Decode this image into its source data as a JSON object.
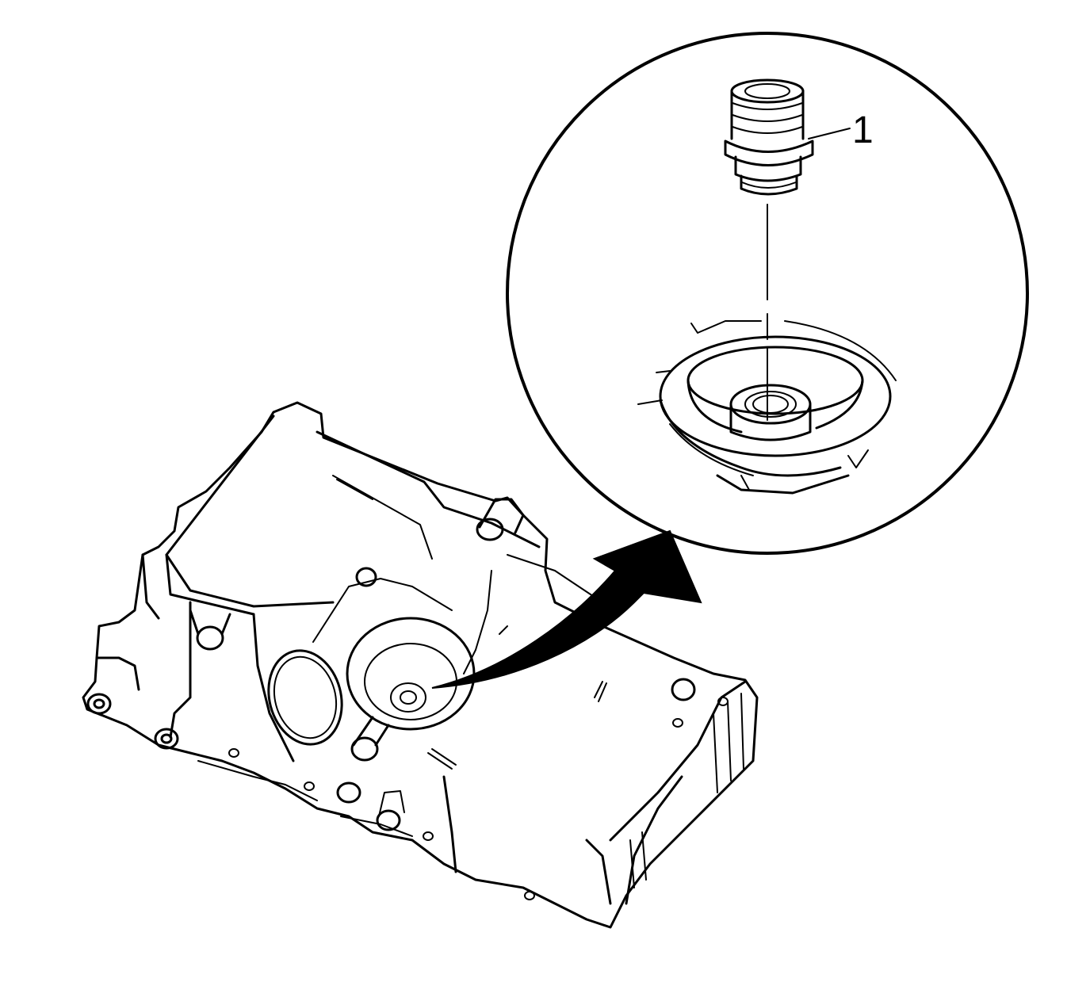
{
  "callouts": [
    {
      "id": "1",
      "label": "1"
    }
  ],
  "colors": {
    "line": "#000000",
    "background": "#ffffff"
  },
  "icons": [
    "detail-magnifier-circle",
    "direction-arrow",
    "plug-fitting"
  ]
}
